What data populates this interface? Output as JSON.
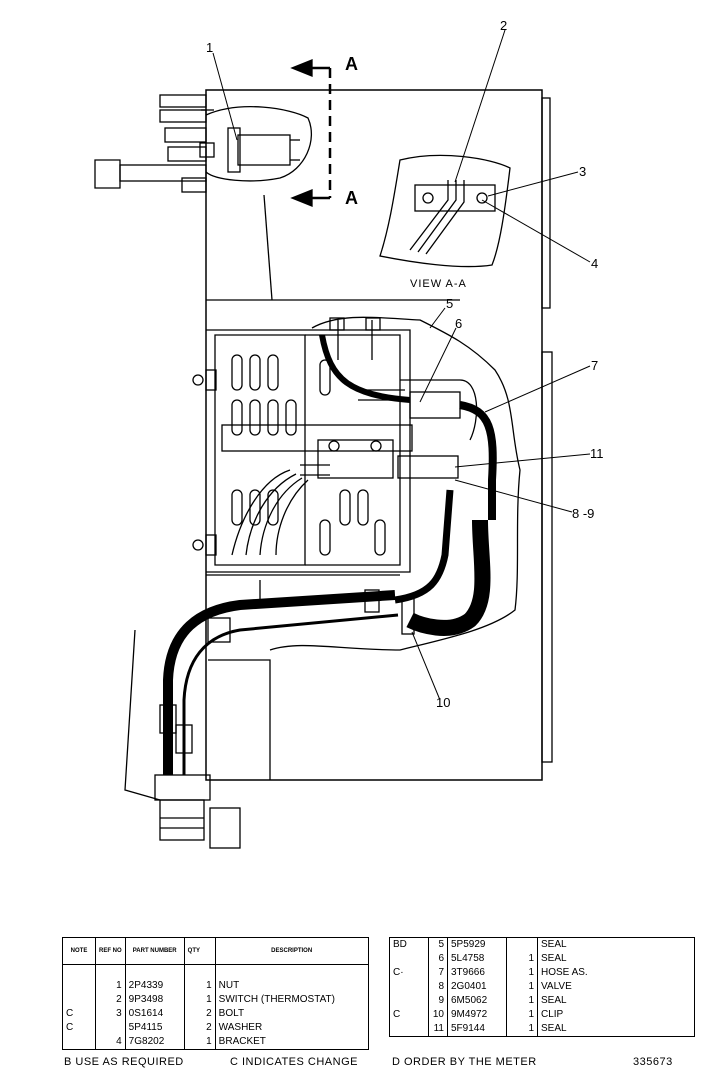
{
  "diagram": {
    "callouts": [
      "1",
      "2",
      "3",
      "4",
      "5",
      "6",
      "7",
      "8 -9",
      "10",
      "11"
    ],
    "section_mark": "A",
    "view_label": "VIEW A-A"
  },
  "table_left": {
    "headers": {
      "note": "NOTE",
      "ref": "REF NO",
      "part": "PART NUMBER",
      "qty": "QTY",
      "desc": "DESCRIPTION"
    },
    "rows": [
      {
        "note": "",
        "ref": "1",
        "part": "2P4339",
        "qty": "1",
        "desc": "NUT"
      },
      {
        "note": "",
        "ref": "2",
        "part": "9P3498",
        "qty": "1",
        "desc": "SWITCH (THERMOSTAT)"
      },
      {
        "note": "C",
        "ref": "3",
        "part": "0S1614",
        "qty": "2",
        "desc": "BOLT"
      },
      {
        "note": "C",
        "ref": "",
        "part": "5P4115",
        "qty": "2",
        "desc": "WASHER"
      },
      {
        "note": "",
        "ref": "4",
        "part": "7G8202",
        "qty": "1",
        "desc": "BRACKET"
      }
    ]
  },
  "table_right": {
    "rows": [
      {
        "note": "BD",
        "ref": "5",
        "part": "5P5929",
        "qty": "",
        "desc": "SEAL"
      },
      {
        "note": "",
        "ref": "6",
        "part": "5L4758",
        "qty": "1",
        "desc": "SEAL"
      },
      {
        "note": "C·",
        "ref": "7",
        "part": "3T9666",
        "qty": "1",
        "desc": "HOSE AS."
      },
      {
        "note": "",
        "ref": "8",
        "part": "2G0401",
        "qty": "1",
        "desc": "VALVE"
      },
      {
        "note": "",
        "ref": "9",
        "part": "6M5062",
        "qty": "1",
        "desc": "SEAL"
      },
      {
        "note": "C",
        "ref": "10",
        "part": "9M4972",
        "qty": "1",
        "desc": "CLIP"
      },
      {
        "note": "",
        "ref": "11",
        "part": "5F9144",
        "qty": "1",
        "desc": "SEAL"
      }
    ]
  },
  "footer": {
    "legend_b": "B   USE AS REQUIRED",
    "legend_c": "C   INDICATES CHANGE",
    "legend_d": "D   ORDER BY THE METER",
    "drawing_number": "335673"
  }
}
